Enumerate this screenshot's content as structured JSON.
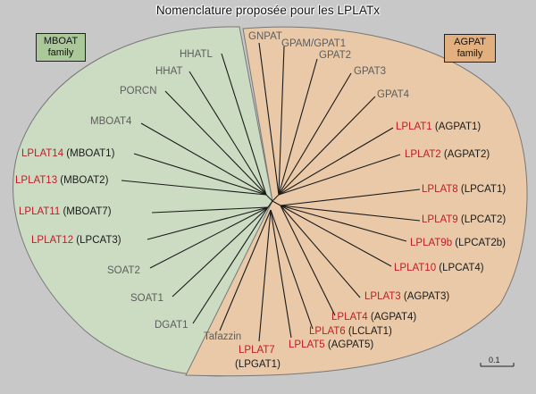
{
  "title": "Nomenclature proposée pour les LPLATx",
  "families": {
    "mboat": {
      "line1": "MBOAT",
      "line2": "family",
      "color": "#aac89a"
    },
    "agpat": {
      "line1": "AGPAT",
      "line2": "family",
      "color": "#e2b07e"
    }
  },
  "leaves": {
    "hhatl": {
      "name": "HHATL"
    },
    "hhat": {
      "name": "HHAT"
    },
    "porcn": {
      "name": "PORCN"
    },
    "mboat4": {
      "name": "MBOAT4"
    },
    "lplat14": {
      "red": "LPLAT14",
      "alias": " (MBOAT1)"
    },
    "lplat13": {
      "red": "LPLAT13",
      "alias": " (MBOAT2)"
    },
    "lplat11": {
      "red": "LPLAT11",
      "alias": " (MBOAT7)"
    },
    "lplat12": {
      "red": "LPLAT12",
      "alias": " (LPCAT3)"
    },
    "soat2": {
      "name": "SOAT2"
    },
    "soat1": {
      "name": "SOAT1"
    },
    "dgat1": {
      "name": "DGAT1"
    },
    "tafazzin": {
      "name": "Tafazzin"
    },
    "lplat7": {
      "red": "LPLAT7",
      "alias": "(LPGAT1)"
    },
    "lplat5": {
      "red": "LPLAT5",
      "alias": " (AGPAT5)"
    },
    "lplat6": {
      "red": "LPLAT6",
      "alias": " (LCLAT1)"
    },
    "lplat4": {
      "red": "LPLAT4",
      "alias": " (AGPAT4)"
    },
    "lplat3": {
      "red": "LPLAT3",
      "alias": " (AGPAT3)"
    },
    "lplat10": {
      "red": "LPLAT10",
      "alias": " (LPCAT4)"
    },
    "lplat9b": {
      "red": "LPLAT9b",
      "alias": " (LPCAT2b)"
    },
    "lplat9": {
      "red": "LPLAT9",
      "alias": " (LPCAT2)"
    },
    "lplat8": {
      "red": "LPLAT8",
      "alias": " (LPCAT1)"
    },
    "lplat2": {
      "red": "LPLAT2",
      "alias": " (AGPAT2)"
    },
    "lplat1": {
      "red": "LPLAT1",
      "alias": " (AGPAT1)"
    },
    "gpat4": {
      "name": "GPAT4"
    },
    "gpat3": {
      "name": "GPAT3"
    },
    "gpat2": {
      "name": "GPAT2"
    },
    "gpam": {
      "name": "GPAM/GPAT1"
    },
    "gnpat": {
      "name": "GNPAT"
    }
  },
  "scale_bar": {
    "label": "0.1"
  }
}
